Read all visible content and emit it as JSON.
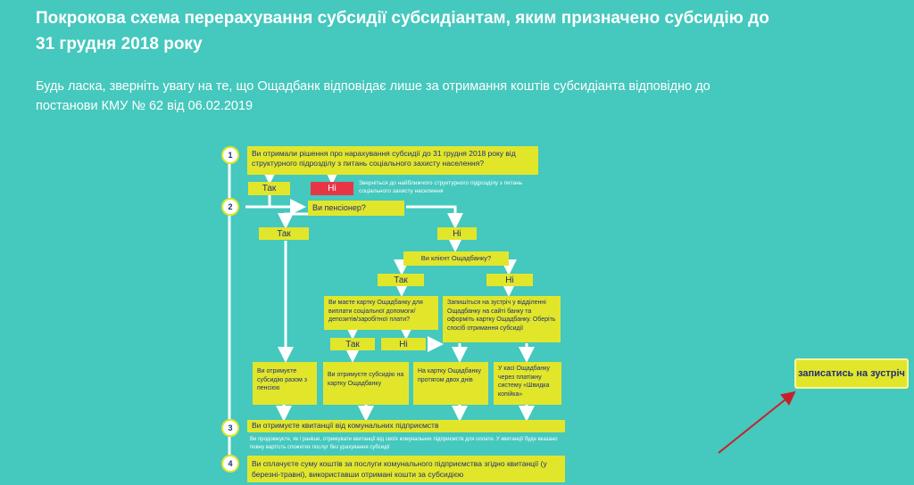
{
  "page": {
    "title": "Покрокова схема перерахування субсидії субсидіантам, яким призначено субсидію до 31 грудня 2018 року",
    "notice": "Будь ласка, зверніть увагу на те, що Ощадбанк відповідає лише за отримання коштів субсидіанта відповідно до постанови КМУ № 62 від 06.02.2019"
  },
  "flow": {
    "step1": {
      "num": "1",
      "question": "Ви отримали рішення про нарахування субсидії до 31 грудня 2018 року від структурного підрозділу з питань соціального захисту населення?",
      "yes": "Так",
      "no": "Ні",
      "no_note": "Зверніться до найближчого структурного підрозділу з питань соціального захисту населення"
    },
    "step2": {
      "num": "2",
      "question": "Ви пенсіонер?",
      "yes": "Так",
      "no": "Ні"
    },
    "client": {
      "question": "Ви клієнт Ощадбанку?",
      "yes": "Так",
      "no": "Ні"
    },
    "card": {
      "question": "Ви маєте картку Ощадбанку для виплати соціальної допомоги/депозитів/заробітної плати?",
      "yes": "Так",
      "no": "Ні"
    },
    "appointment": {
      "text": "Запишіться на зустріч у відділенні Ощадбанку на сайті банку та оформіть картку Ощадбанку. Оберіть спосіб отримання субсидії"
    },
    "results": [
      {
        "text": "Ви отримуєте субсидію разом з пенсією"
      },
      {
        "text": "Ви отримуєте субсидію на картку Ощадбанку"
      },
      {
        "text": "На картку Ощадбанку протягом двох днів"
      },
      {
        "text": "У касі Ощадбанку через платіжну систему «Швидка копійка»"
      }
    ],
    "step3": {
      "num": "3",
      "text": "Ви отримуєте квитанції від комунальних підприємств",
      "note": "Ви продовжуєте, як і раніше, отримувати квитанції від своїх комунальних підприємств для оплати. У квитанції буде вказано повну вартість спожитих послуг без урахування субсидії"
    },
    "step4": {
      "num": "4",
      "text": "Ви сплачуєте суму коштів за послуги комунального підприємства згідно квитанції (у березні-травні), використавши отримані кошти за субсидією"
    }
  },
  "cta": {
    "label": "записатись на зустріч"
  },
  "colors": {
    "background": "#45c8bd",
    "box": "#e2e62a",
    "box_text": "#1f2f7a",
    "no_red": "#e63646",
    "arrow": "#c8202b"
  }
}
